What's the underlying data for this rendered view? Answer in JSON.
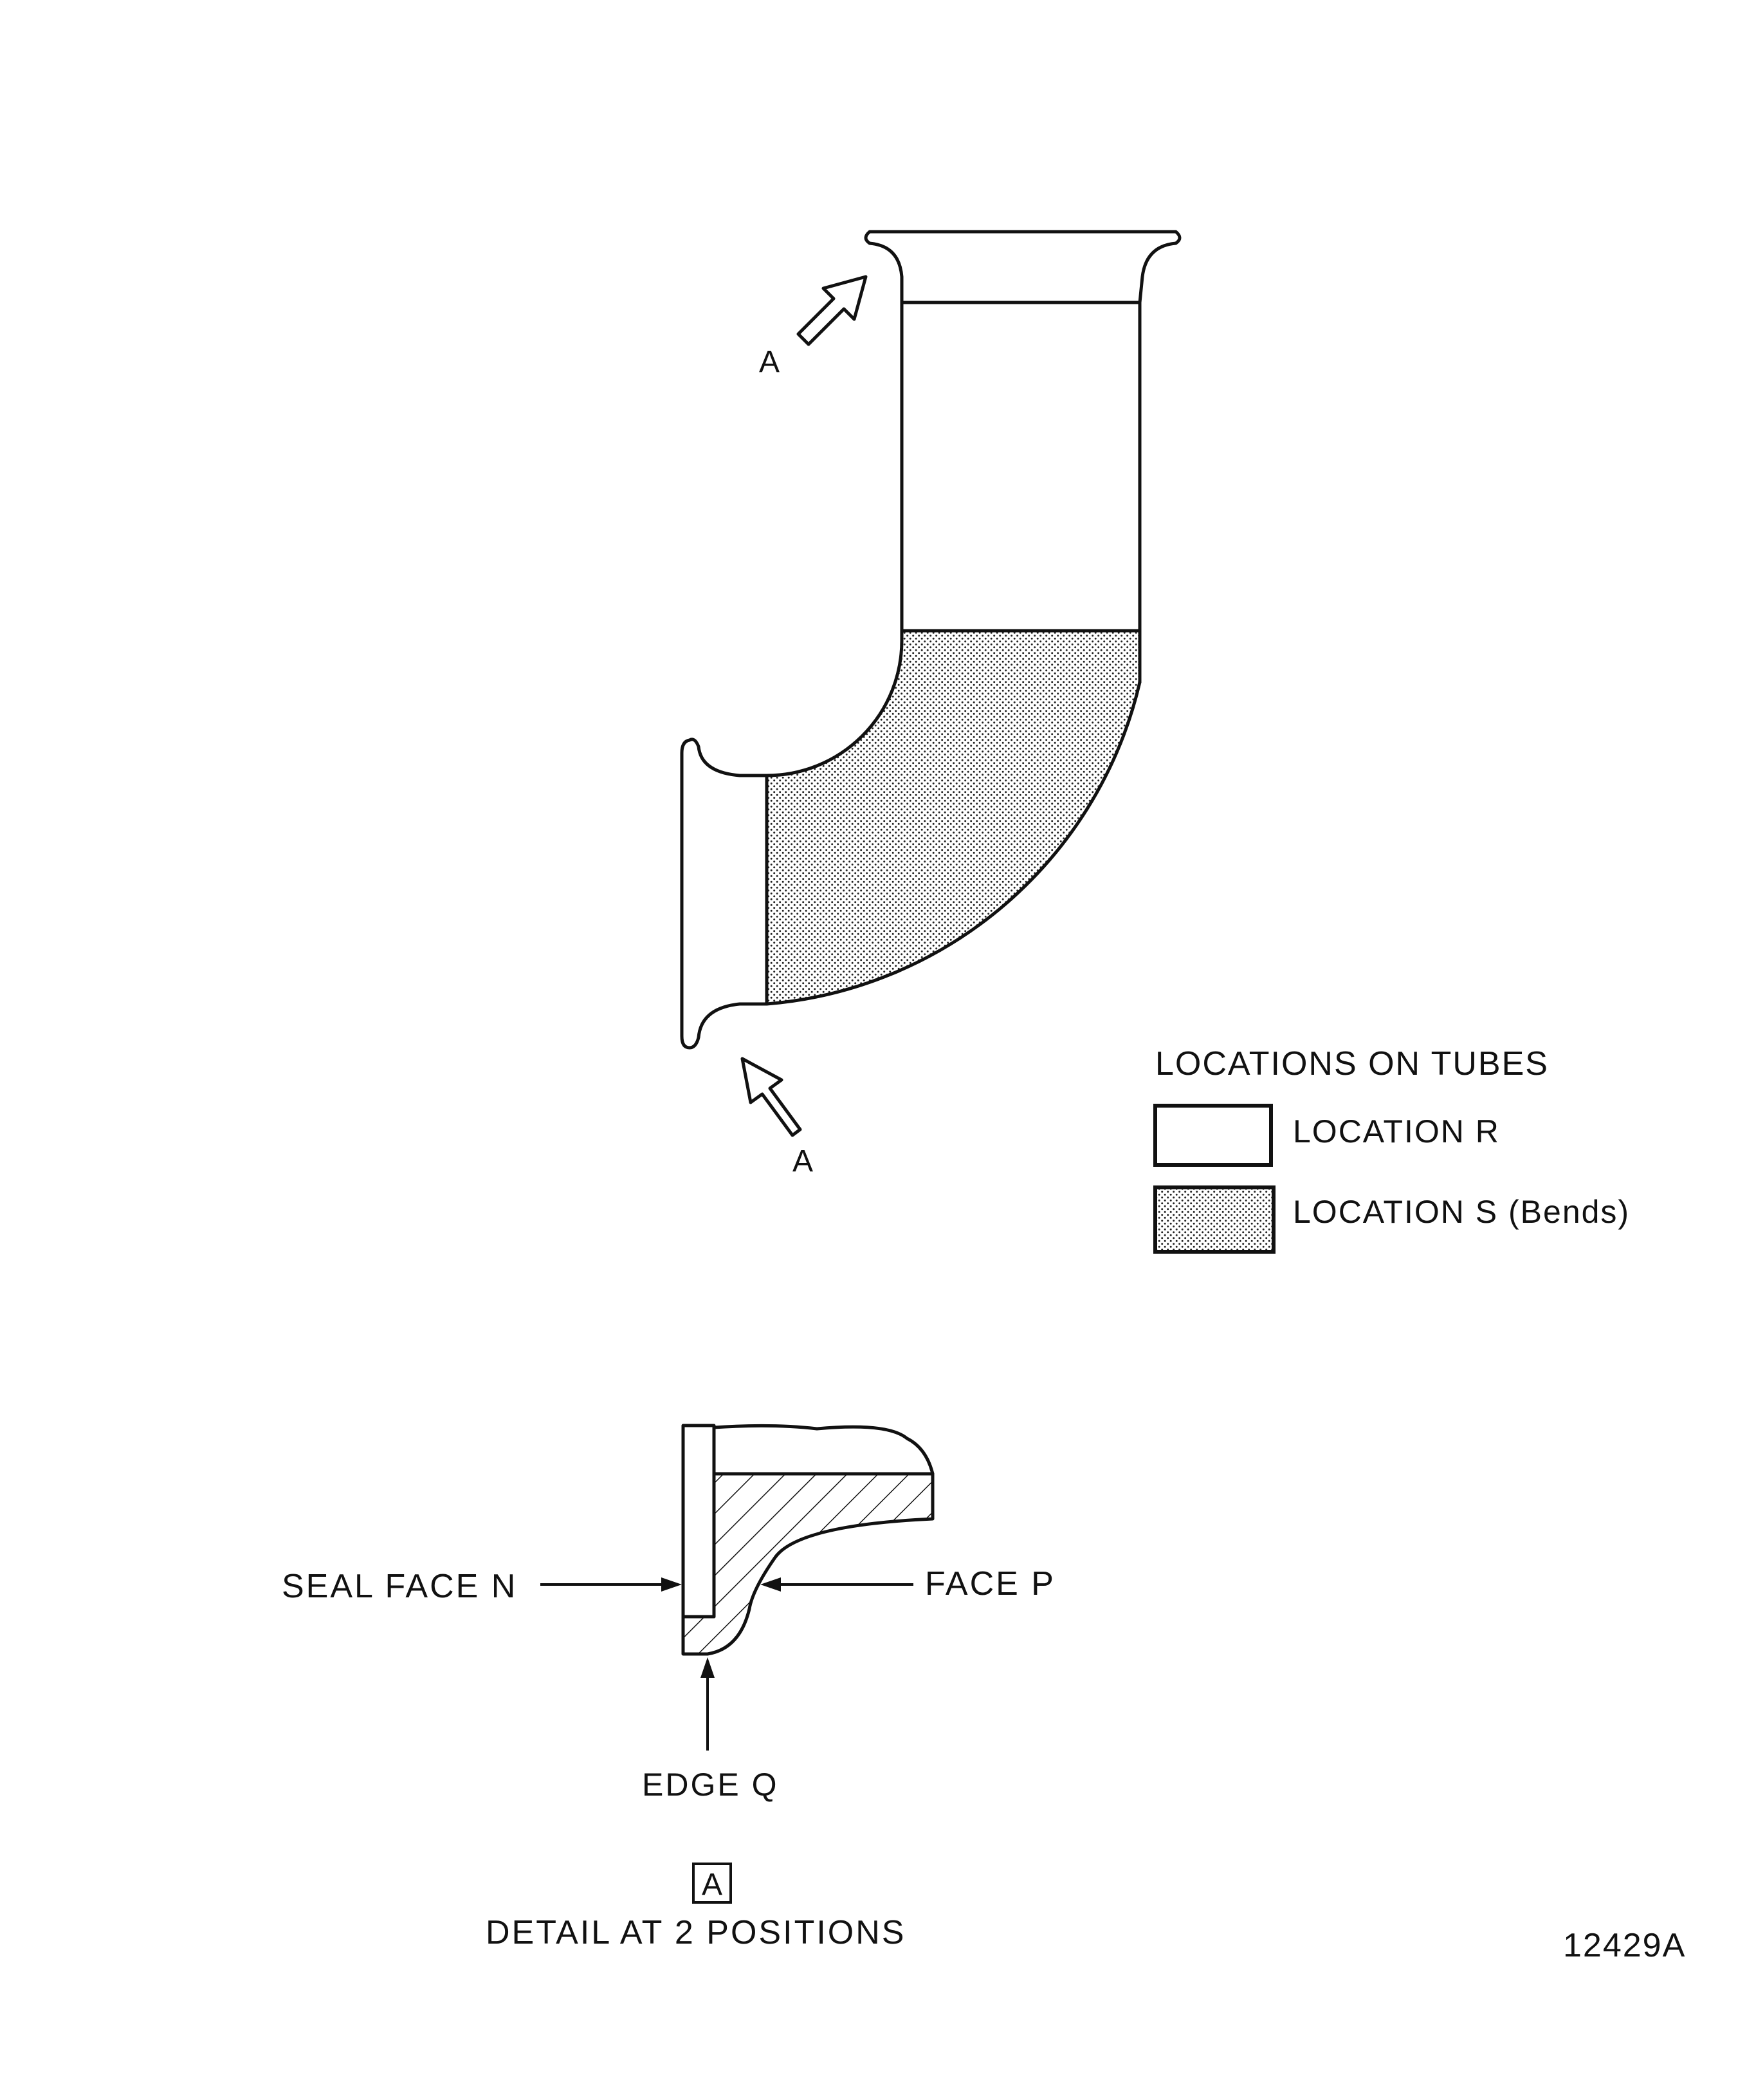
{
  "tube_view": {
    "arrow_upper_label": "A",
    "arrow_lower_label": "A"
  },
  "legend": {
    "title": "LOCATIONS ON TUBES",
    "items": [
      {
        "label": "LOCATION R",
        "fill": "plain"
      },
      {
        "label": "LOCATION S (Bends)",
        "fill": "stippled"
      }
    ]
  },
  "detail": {
    "seal_face_label": "SEAL FACE N",
    "face_p_label": "FACE P",
    "edge_q_label": "EDGE Q",
    "detail_marker": "A",
    "caption": "DETAIL AT 2 POSITIONS"
  },
  "figure_number": "12429A",
  "colors": {
    "ink": "#111111",
    "paper": "#ffffff"
  }
}
